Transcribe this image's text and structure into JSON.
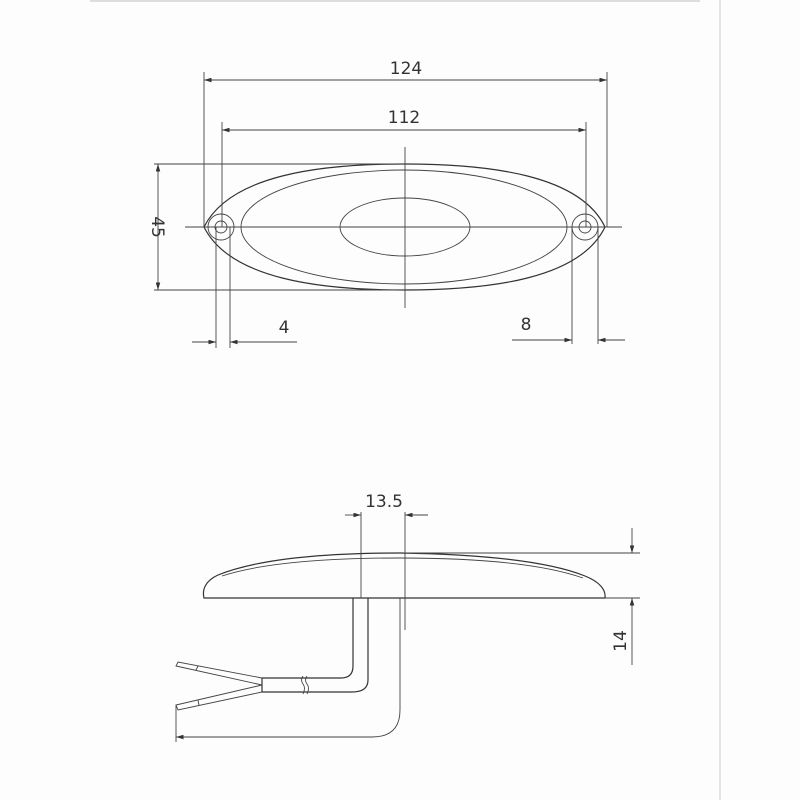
{
  "top_view": {
    "overall_length": "124",
    "hole_spacing": "112",
    "height": "45",
    "hole_diameter": "4",
    "edge_offset": "8"
  },
  "side_view": {
    "cable_width": "13.5",
    "depth": "14"
  },
  "colors": {
    "line": "#333333",
    "background": "#fdfdfd"
  }
}
